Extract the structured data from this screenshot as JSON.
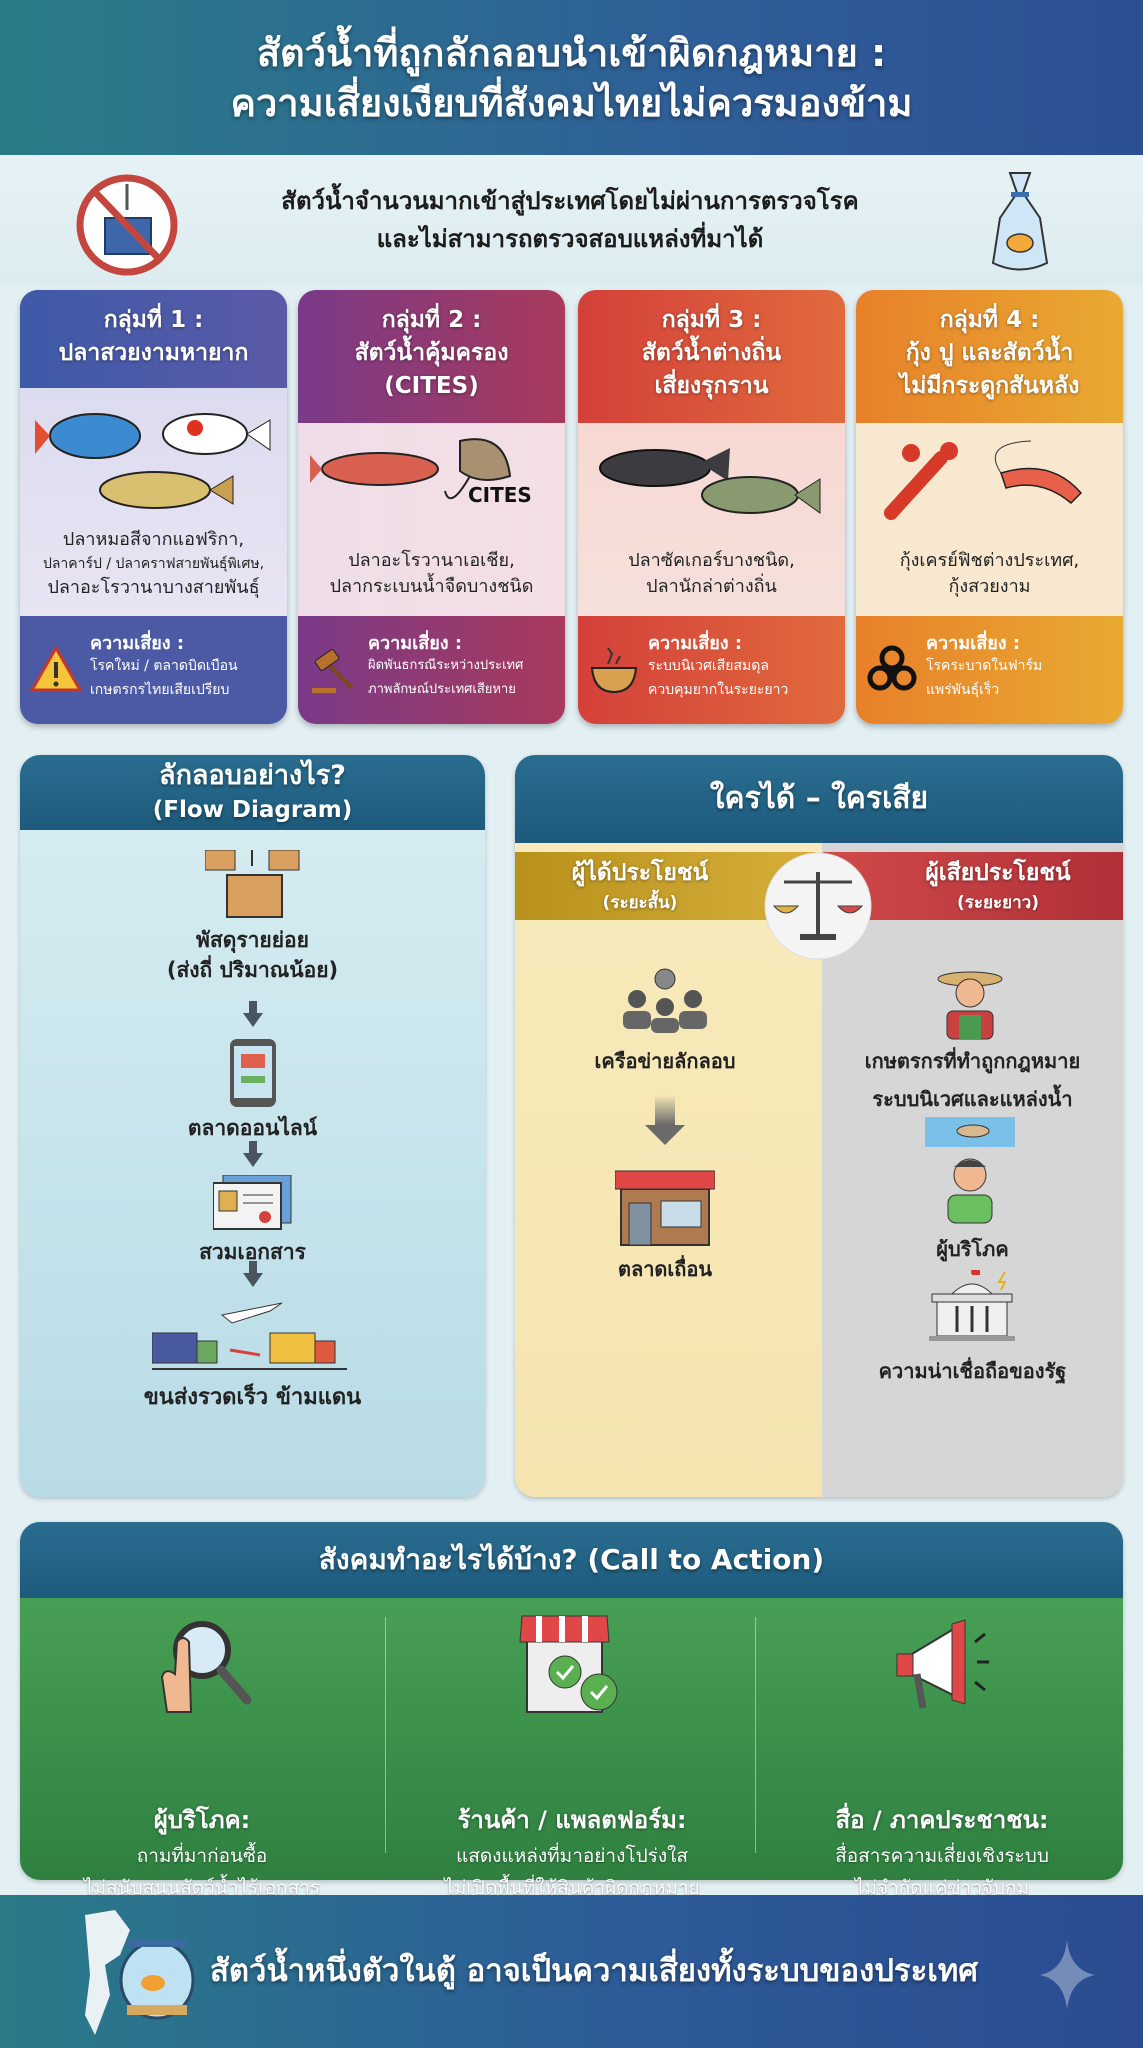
{
  "header": {
    "title_line1": "สัตว์น้ำที่ถูกลักลอบนำเข้าผิดกฎหมาย :",
    "title_line2": "ความเสี่ยงเงียบที่สังคมไทยไม่ควรมองข้าม"
  },
  "intro": {
    "line1": "สัตว์น้ำจำนวนมากเข้าสู่ประเทศโดยไม่ผ่านการตรวจโรค",
    "line2": "และไม่สามารถตรวจสอบแหล่งที่มาได้",
    "left_icon": "no-container-icon",
    "right_icon": "fish-bag-icon"
  },
  "groups": [
    {
      "title": "กลุ่มที่ 1 :",
      "subtitle": [
        "ปลาสวยงามหายาก"
      ],
      "examples": [
        "ปลาหมอสีจากแอฟริกา,",
        "ปลาคาร์ป / ปลาคราฟสายพันธุ์พิเศษ,",
        "ปลาอะโรวานาบางสายพันธุ์"
      ],
      "risk_label": "ความเสี่ยง :",
      "risk": [
        "โรคใหม่ / ตลาดบิดเบือน",
        "เกษตรกรไทยเสียเปรียบ"
      ],
      "risk_icon": "warning-icon",
      "color": "#4c5aa6"
    },
    {
      "title": "กลุ่มที่ 2 :",
      "subtitle": [
        "สัตว์น้ำคุ้มครอง",
        "(CITES)"
      ],
      "examples": [
        "ปลาอะโรวานาเอเชีย,",
        "ปลากระเบนน้ำจืดบางชนิด"
      ],
      "logo": "CITES",
      "risk_label": "ความเสี่ยง :",
      "risk": [
        "ผิดพันธกรณีระหว่างประเทศ",
        "ภาพลักษณ์ประเทศเสียหาย"
      ],
      "risk_icon": "gavel-icon",
      "color": "#8a3a78"
    },
    {
      "title": "กลุ่มที่ 3 :",
      "subtitle": [
        "สัตว์น้ำต่างถิ่น",
        "เสี่ยงรุกราน"
      ],
      "examples": [
        "ปลาซัคเกอร์บางชนิด,",
        "ปลานักล่าต่างถิ่น"
      ],
      "risk_label": "ความเสี่ยง :",
      "risk": [
        "ระบบนิเวศเสียสมดุล",
        "ควบคุมยากในระยะยาว"
      ],
      "risk_icon": "cracked-earth-icon",
      "color": "#d9483a"
    },
    {
      "title": "กลุ่มที่ 4 :",
      "subtitle": [
        "กุ้ง ปู และสัตว์น้ำ",
        "ไม่มีกระดูกสันหลัง"
      ],
      "examples": [
        "กุ้งเครย์ฟิชต่างประเทศ,",
        "กุ้งสวยงาม"
      ],
      "risk_label": "ความเสี่ยง :",
      "risk": [
        "โรคระบาดในฟาร์ม",
        "แพร่พันธุ์เร็ว"
      ],
      "risk_icon": "biohazard-icon",
      "color": "#e8902c"
    }
  ],
  "flow": {
    "title": "ลักลอบอย่างไร?",
    "subtitle": "(Flow Diagram)",
    "steps": [
      {
        "label": "พัสดุรายย่อย",
        "sub": "(ส่งถี่ ปริมาณน้อย)",
        "icon": "parcel-icon"
      },
      {
        "label": "ตลาดออนไลน์",
        "icon": "phone-shop-icon"
      },
      {
        "label": "สวมเอกสาร",
        "icon": "id-document-icon"
      },
      {
        "label": "ขนส่งรวดเร็ว ข้ามแดน",
        "icon": "truck-plane-icon"
      }
    ]
  },
  "winlose": {
    "title": "ใครได้ – ใครเสีย",
    "winners": {
      "label": "ผู้ได้ประโยชน์",
      "sub": "(ระยะสั้น)",
      "items": [
        "เครือข่ายลักลอบ",
        "ตลาดเถื่อน"
      ],
      "color": "#c9a030"
    },
    "losers": {
      "label": "ผู้เสียประโยชน์",
      "sub": "(ระยะยาว)",
      "items": [
        "เกษตรกรที่ทำถูกกฎหมาย",
        "ระบบนิเวศและแหล่งน้ำ",
        "ผู้บริโภค",
        "ความน่าเชื่อถือของรัฐ"
      ],
      "color": "#c8403f"
    }
  },
  "cta": {
    "title": "สังคมทำอะไรได้บ้าง? (Call to Action)",
    "items": [
      {
        "title": "ผู้บริโภค:",
        "lines": [
          "ถามที่มาก่อนซื้อ",
          "ไม่สนับสนุนสัตว์น้ำไร้เอกสาร"
        ],
        "icon": "magnifier-hand-icon"
      },
      {
        "title": "ร้านค้า / แพลตฟอร์ม:",
        "lines": [
          "แสดงแหล่งที่มาอย่างโปร่งใส",
          "ไม่เปิดพื้นที่ให้สินค้าผิดกฎหมาย"
        ],
        "icon": "verified-shop-icon"
      },
      {
        "title": "สื่อ / ภาคประชาชน:",
        "lines": [
          "สื่อสารความเสี่ยงเชิงระบบ",
          "ไม่จำกัดแค่ข่าวจับกุม"
        ],
        "icon": "megaphone-icon"
      }
    ]
  },
  "footer": {
    "text": "สัตว์น้ำหนึ่งตัวในตู้ อาจเป็นความเสี่ยงทั้งระบบของประเทศ"
  }
}
